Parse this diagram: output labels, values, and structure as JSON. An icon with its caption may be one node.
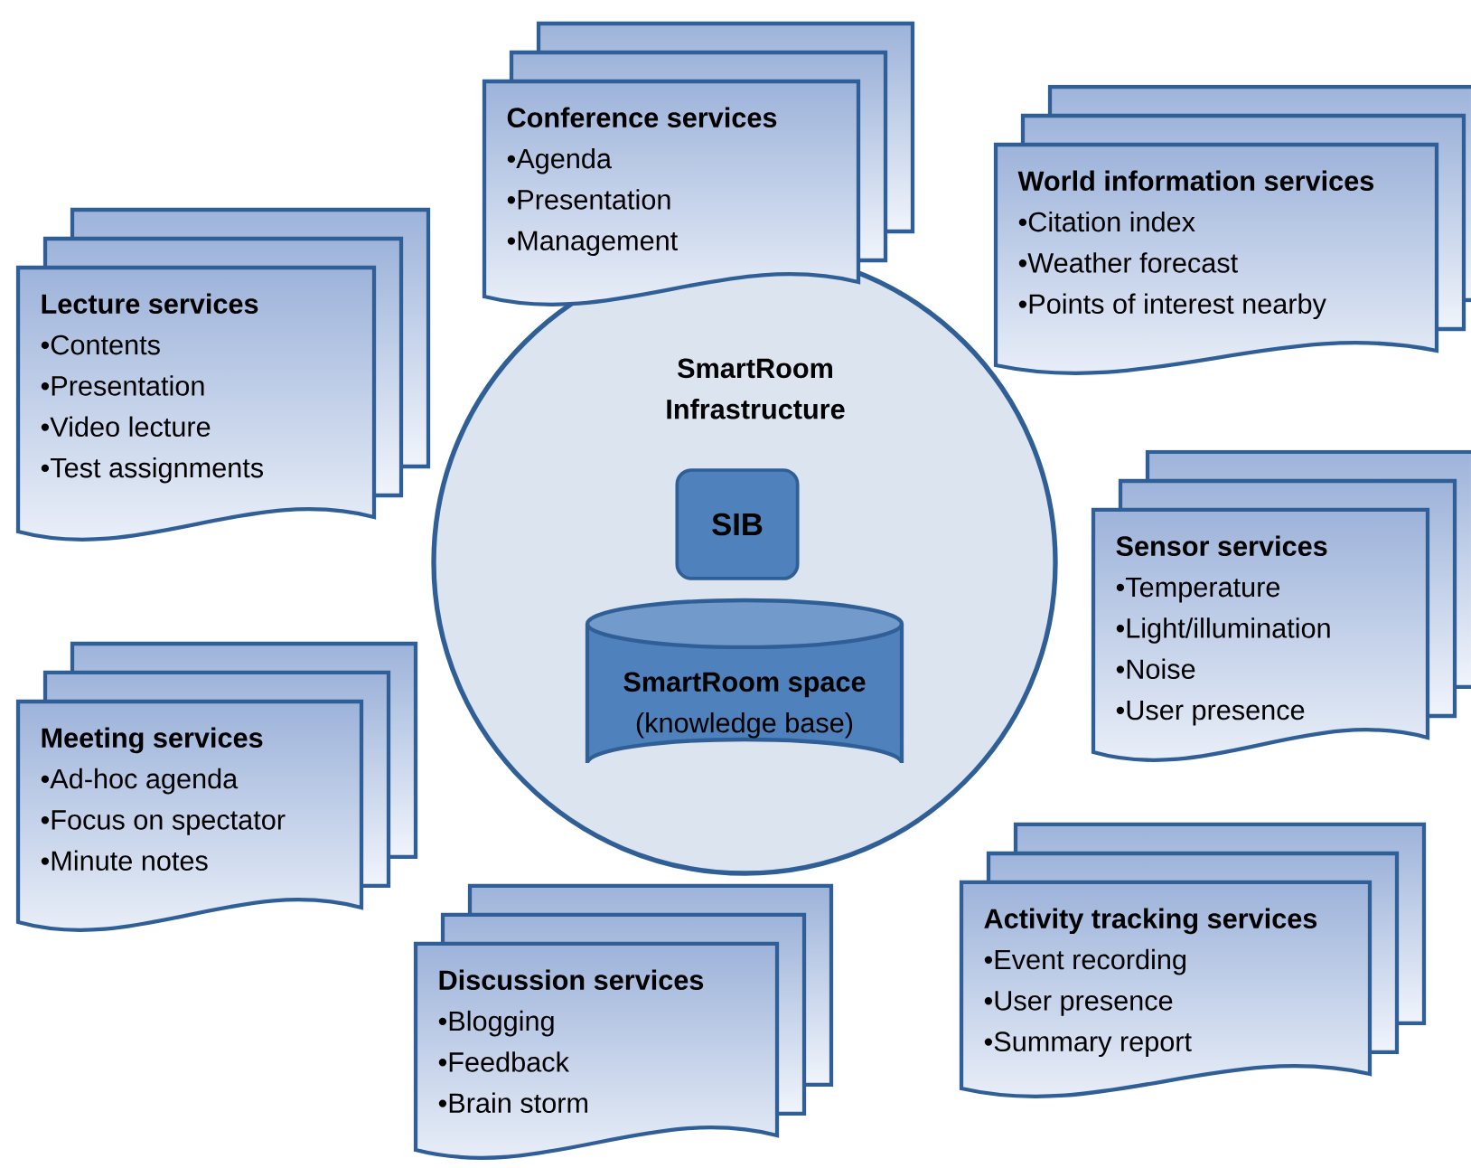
{
  "diagram": {
    "nodes": [
      {
        "text": [
          "SmartRoom Infrastructure"
        ]
      },
      {
        "text": [
          "SIB"
        ],
        "in": 0
      },
      {
        "text": [
          "SmartRoom space",
          "(knowledge base)"
        ],
        "in": 0
      },
      {
        "text": [
          "Conference services",
          "•Agenda",
          "•Presentation",
          "•Management"
        ]
      },
      {
        "text": [
          "World information services",
          "•Citation index",
          "•Weather forecast",
          "•Points of interest nearby"
        ]
      },
      {
        "text": [
          "Lecture services",
          "•Contents",
          "•Presentation",
          "•Video lecture",
          "•Test assignments"
        ]
      },
      {
        "text": [
          "Sensor services",
          "•Temperature",
          "•Light/illumination",
          "•Noise",
          "•User presence"
        ]
      },
      {
        "text": [
          "Meeting services",
          "•Ad-hoc agenda",
          "•Focus on spectator",
          "•Minute notes"
        ]
      },
      {
        "text": [
          "Activity tracking services",
          "•Event recording",
          "•User  presence",
          "•Summary report"
        ]
      },
      {
        "text": [
          "Discussion services",
          "•Blogging",
          "•Feedback",
          "•Brain storm"
        ]
      }
    ]
  }
}
